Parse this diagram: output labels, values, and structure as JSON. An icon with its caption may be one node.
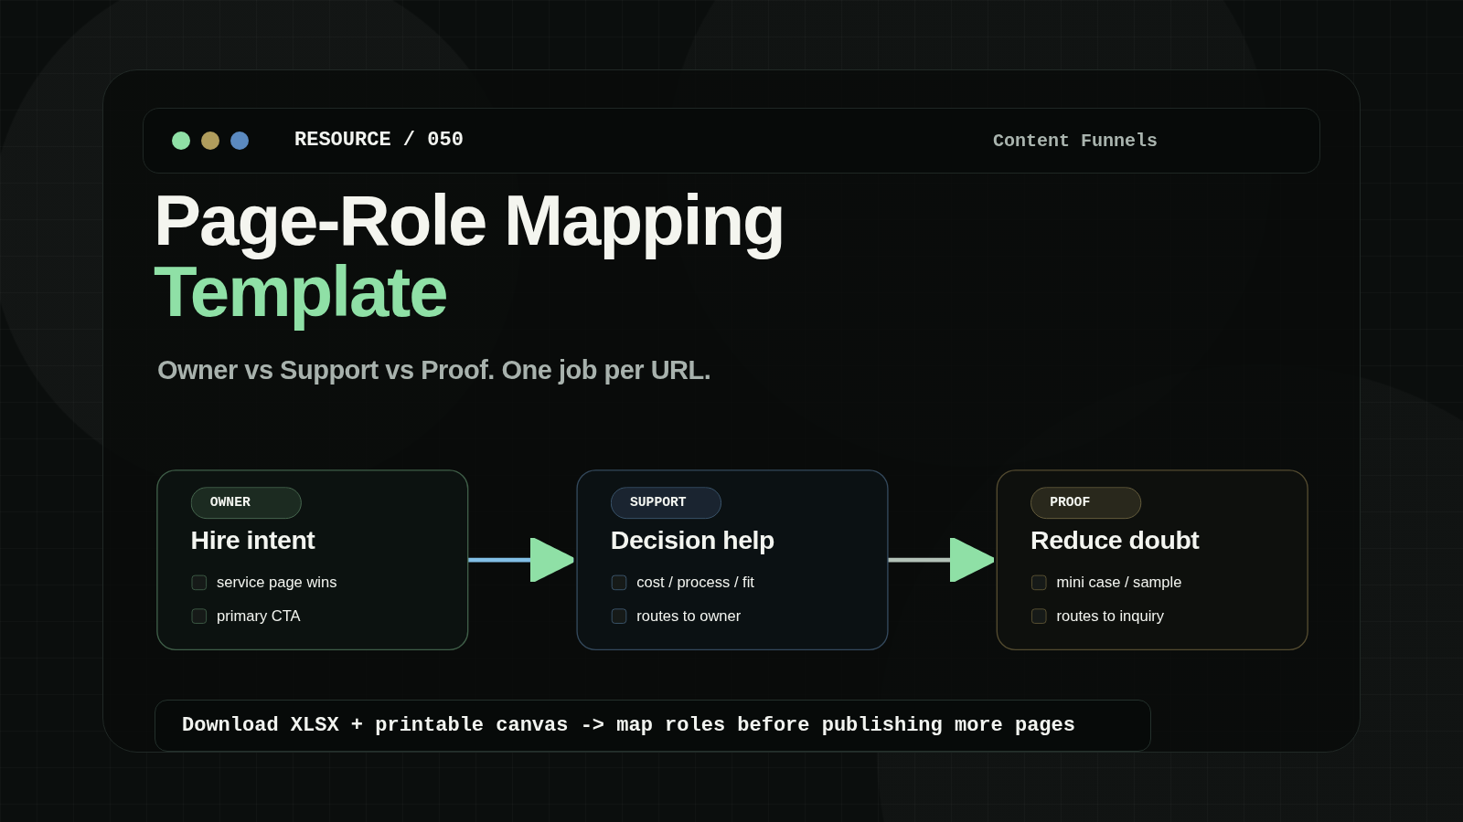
{
  "diagram": {
    "title": "Page-Role Mapping Template",
    "nodes": [
      {
        "text": [
          "OWNER",
          "Hire intent",
          "service page wins",
          "primary CTA"
        ]
      },
      {
        "text": [
          "SUPPORT",
          "Decision help",
          "cost / process / fit",
          "routes to owner"
        ]
      },
      {
        "text": [
          "PROOF",
          "Reduce doubt",
          "mini case / sample",
          "routes to inquiry"
        ]
      }
    ],
    "edges": [
      {
        "from": 0,
        "to": 1,
        "arrow": "to",
        "color": "#82bfe6"
      },
      {
        "from": 1,
        "to": 2,
        "arrow": "to",
        "color": "#b3c2b8"
      }
    ],
    "labels": [
      "RESOURCE / 050",
      "Content Funnels",
      "Owner vs Support vs Proof. One job per URL.",
      "Download XLSX + printable canvas -> map roles before publishing more pages"
    ]
  }
}
